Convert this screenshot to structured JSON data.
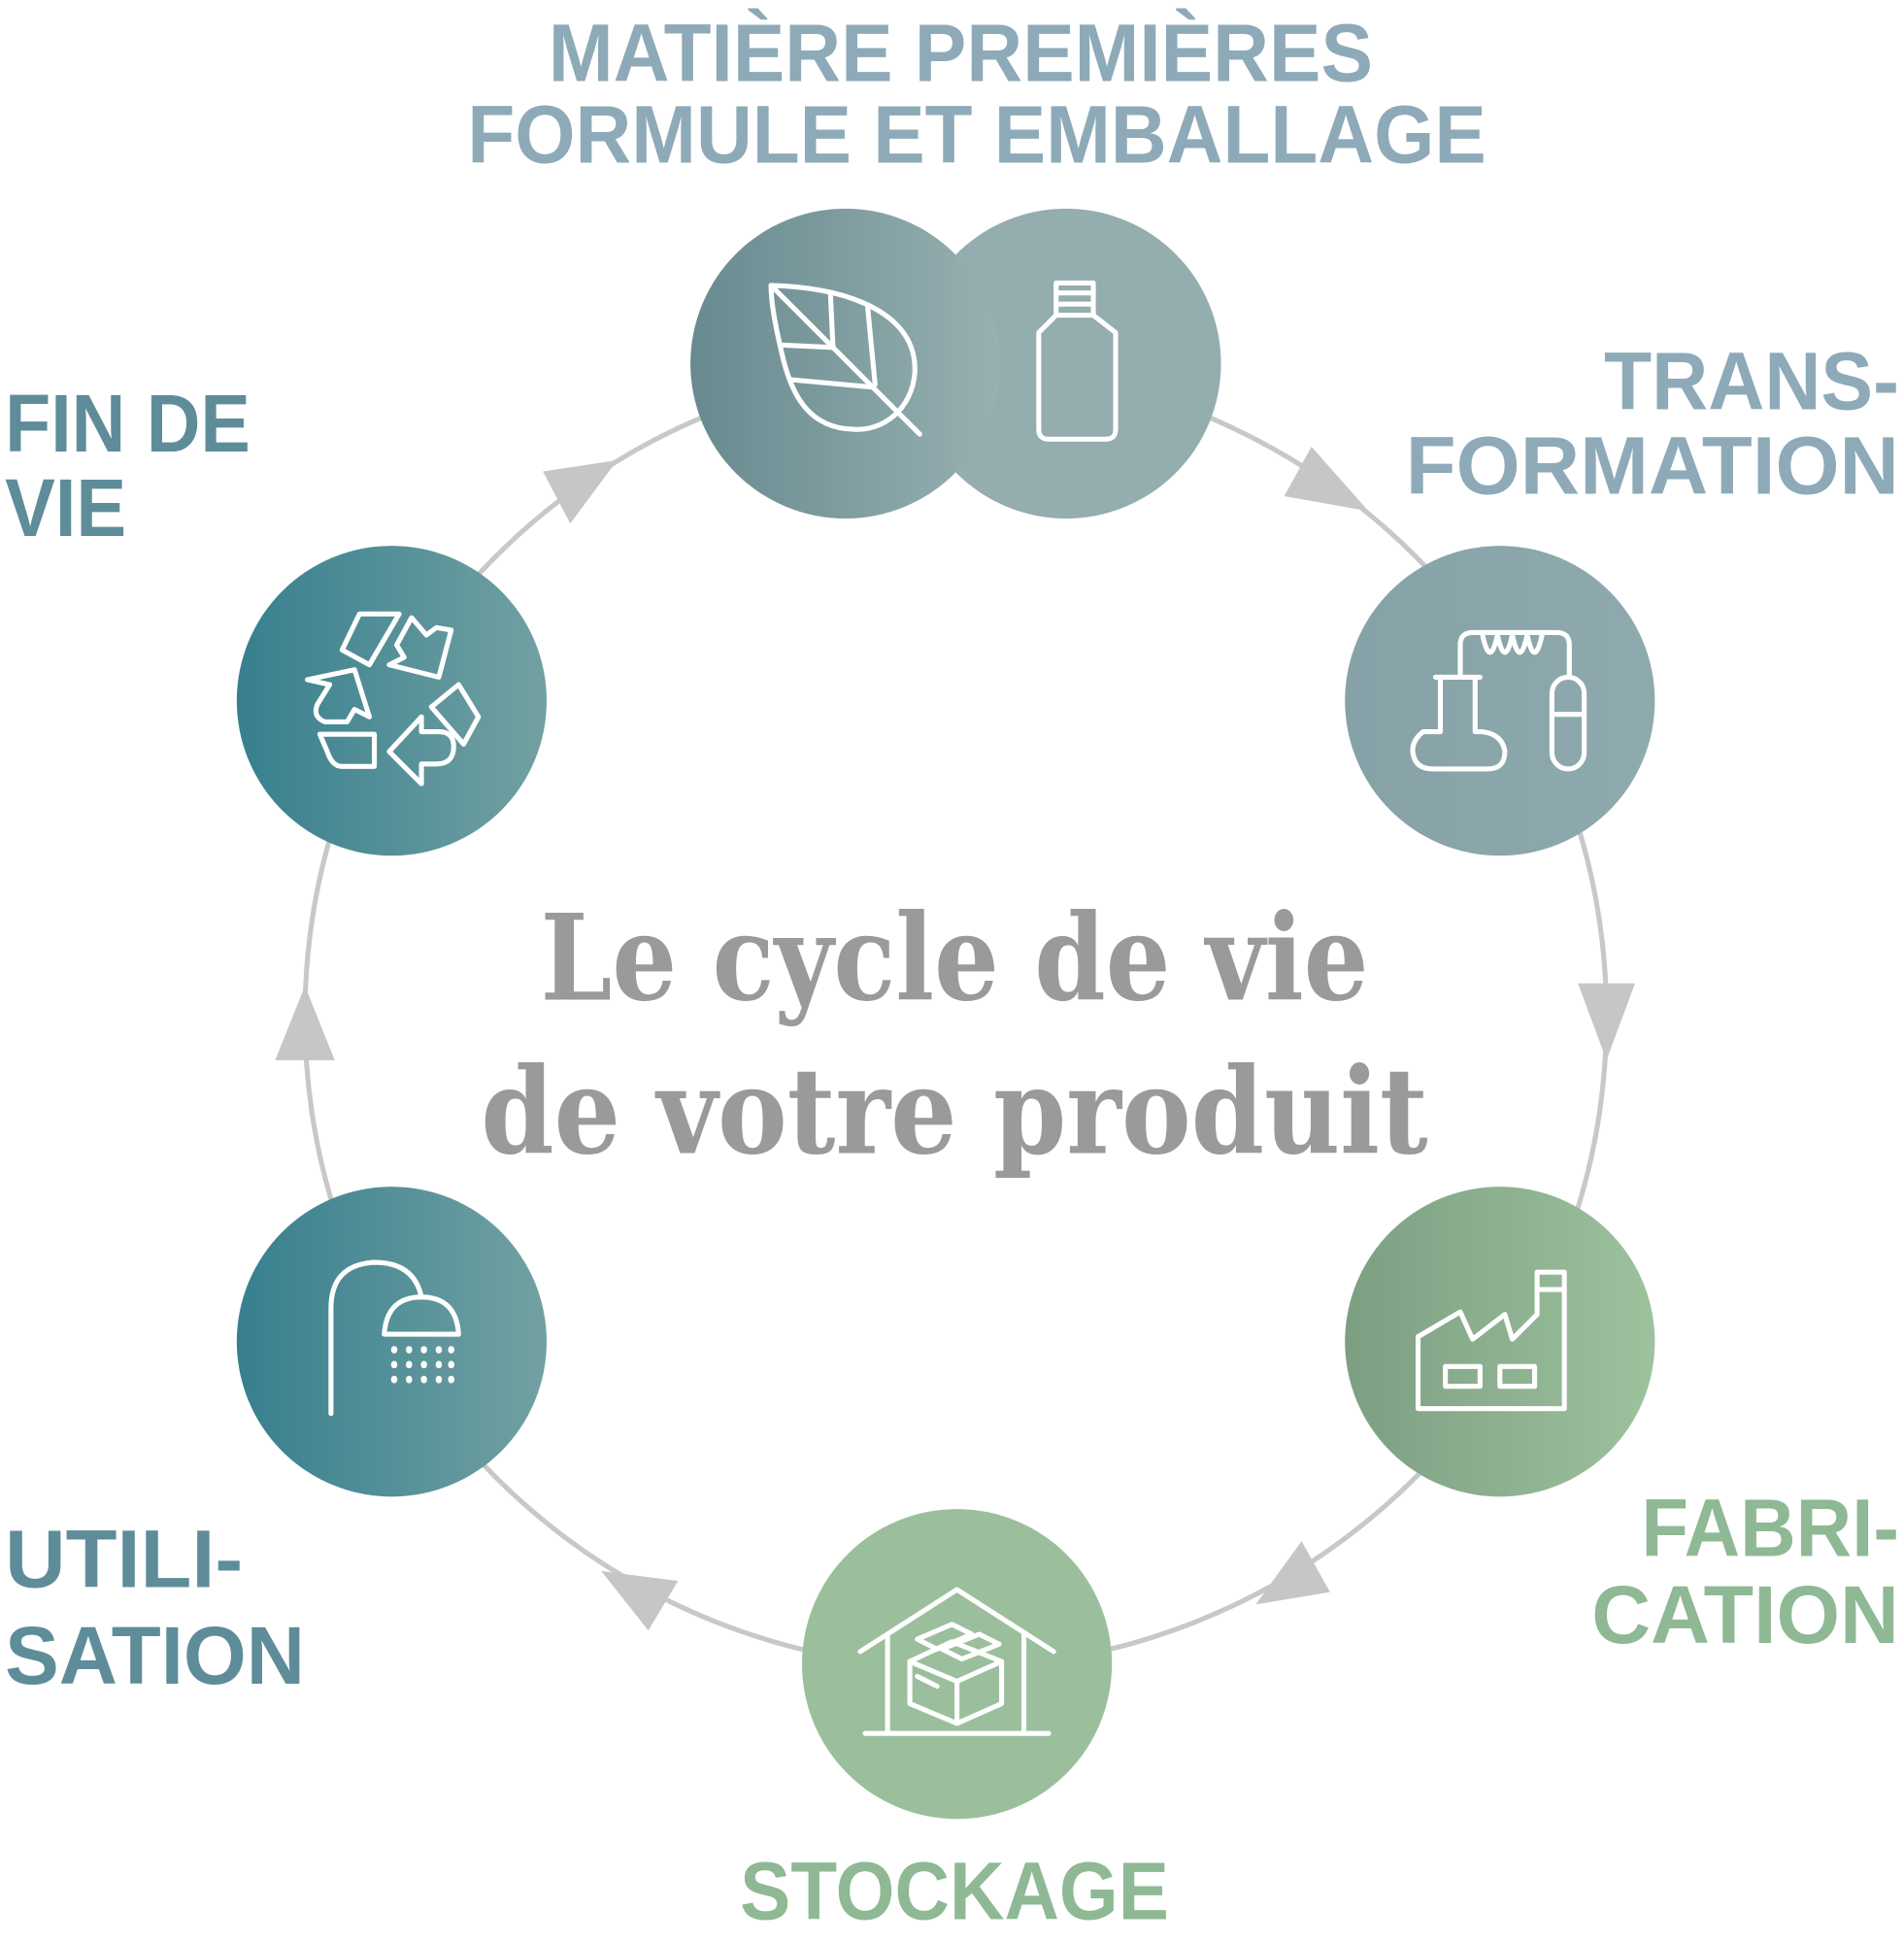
{
  "title": {
    "line1": "MATIÈRE PREMIÈRES",
    "line2": "FORMULE ET EMBALLAGE"
  },
  "center": {
    "line1": "Le cycle de vie",
    "line2": "de votre produit"
  },
  "stages": {
    "transformation": {
      "line1": "TRANS-",
      "line2": "FORMATION",
      "icon": "lab-flask-icon"
    },
    "fabrication": {
      "line1": "FABRI-",
      "line2": "CATION",
      "icon": "factory-icon"
    },
    "stockage": {
      "line1": "STOCKAGE",
      "icon": "warehouse-icon"
    },
    "utilisation": {
      "line1": "UTILI-",
      "line2": "SATION",
      "icon": "shower-icon"
    },
    "fin_de_vie": {
      "line1": "FIN DE",
      "line2": "VIE",
      "icon": "recycle-icon"
    },
    "matieres": {
      "icons": [
        "leaf-icon",
        "bottle-icon"
      ]
    }
  },
  "colors": {
    "title": "#8eaab8",
    "teal": "#5e8d99",
    "green": "#8fb895",
    "ring": "#c8c8c8",
    "center_text": "#9a9a9a"
  }
}
